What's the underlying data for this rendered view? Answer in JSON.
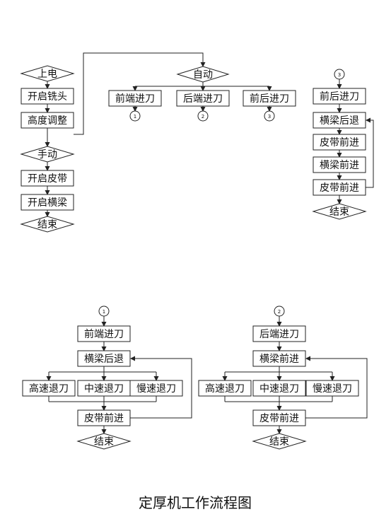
{
  "title": "定厚机工作流程图",
  "labels": {
    "power_on": "上电",
    "open_milling_head": "开启铣头",
    "height_adjust": "高度调整",
    "manual": "手动",
    "open_belt": "开启皮带",
    "open_beam": "开启横梁",
    "end": "结束",
    "auto": "自动",
    "front_feed": "前端进刀",
    "rear_feed": "后端进刀",
    "front_rear_feed": "前后进刀",
    "beam_back": "横梁后退",
    "beam_forward": "横梁前进",
    "belt_forward": "皮带前进",
    "fast_retract": "高速退刀",
    "mid_retract": "中速退刀",
    "slow_retract": "慢速退刀"
  },
  "connectors": {
    "c1": "1",
    "c2": "2",
    "c3": "3"
  }
}
